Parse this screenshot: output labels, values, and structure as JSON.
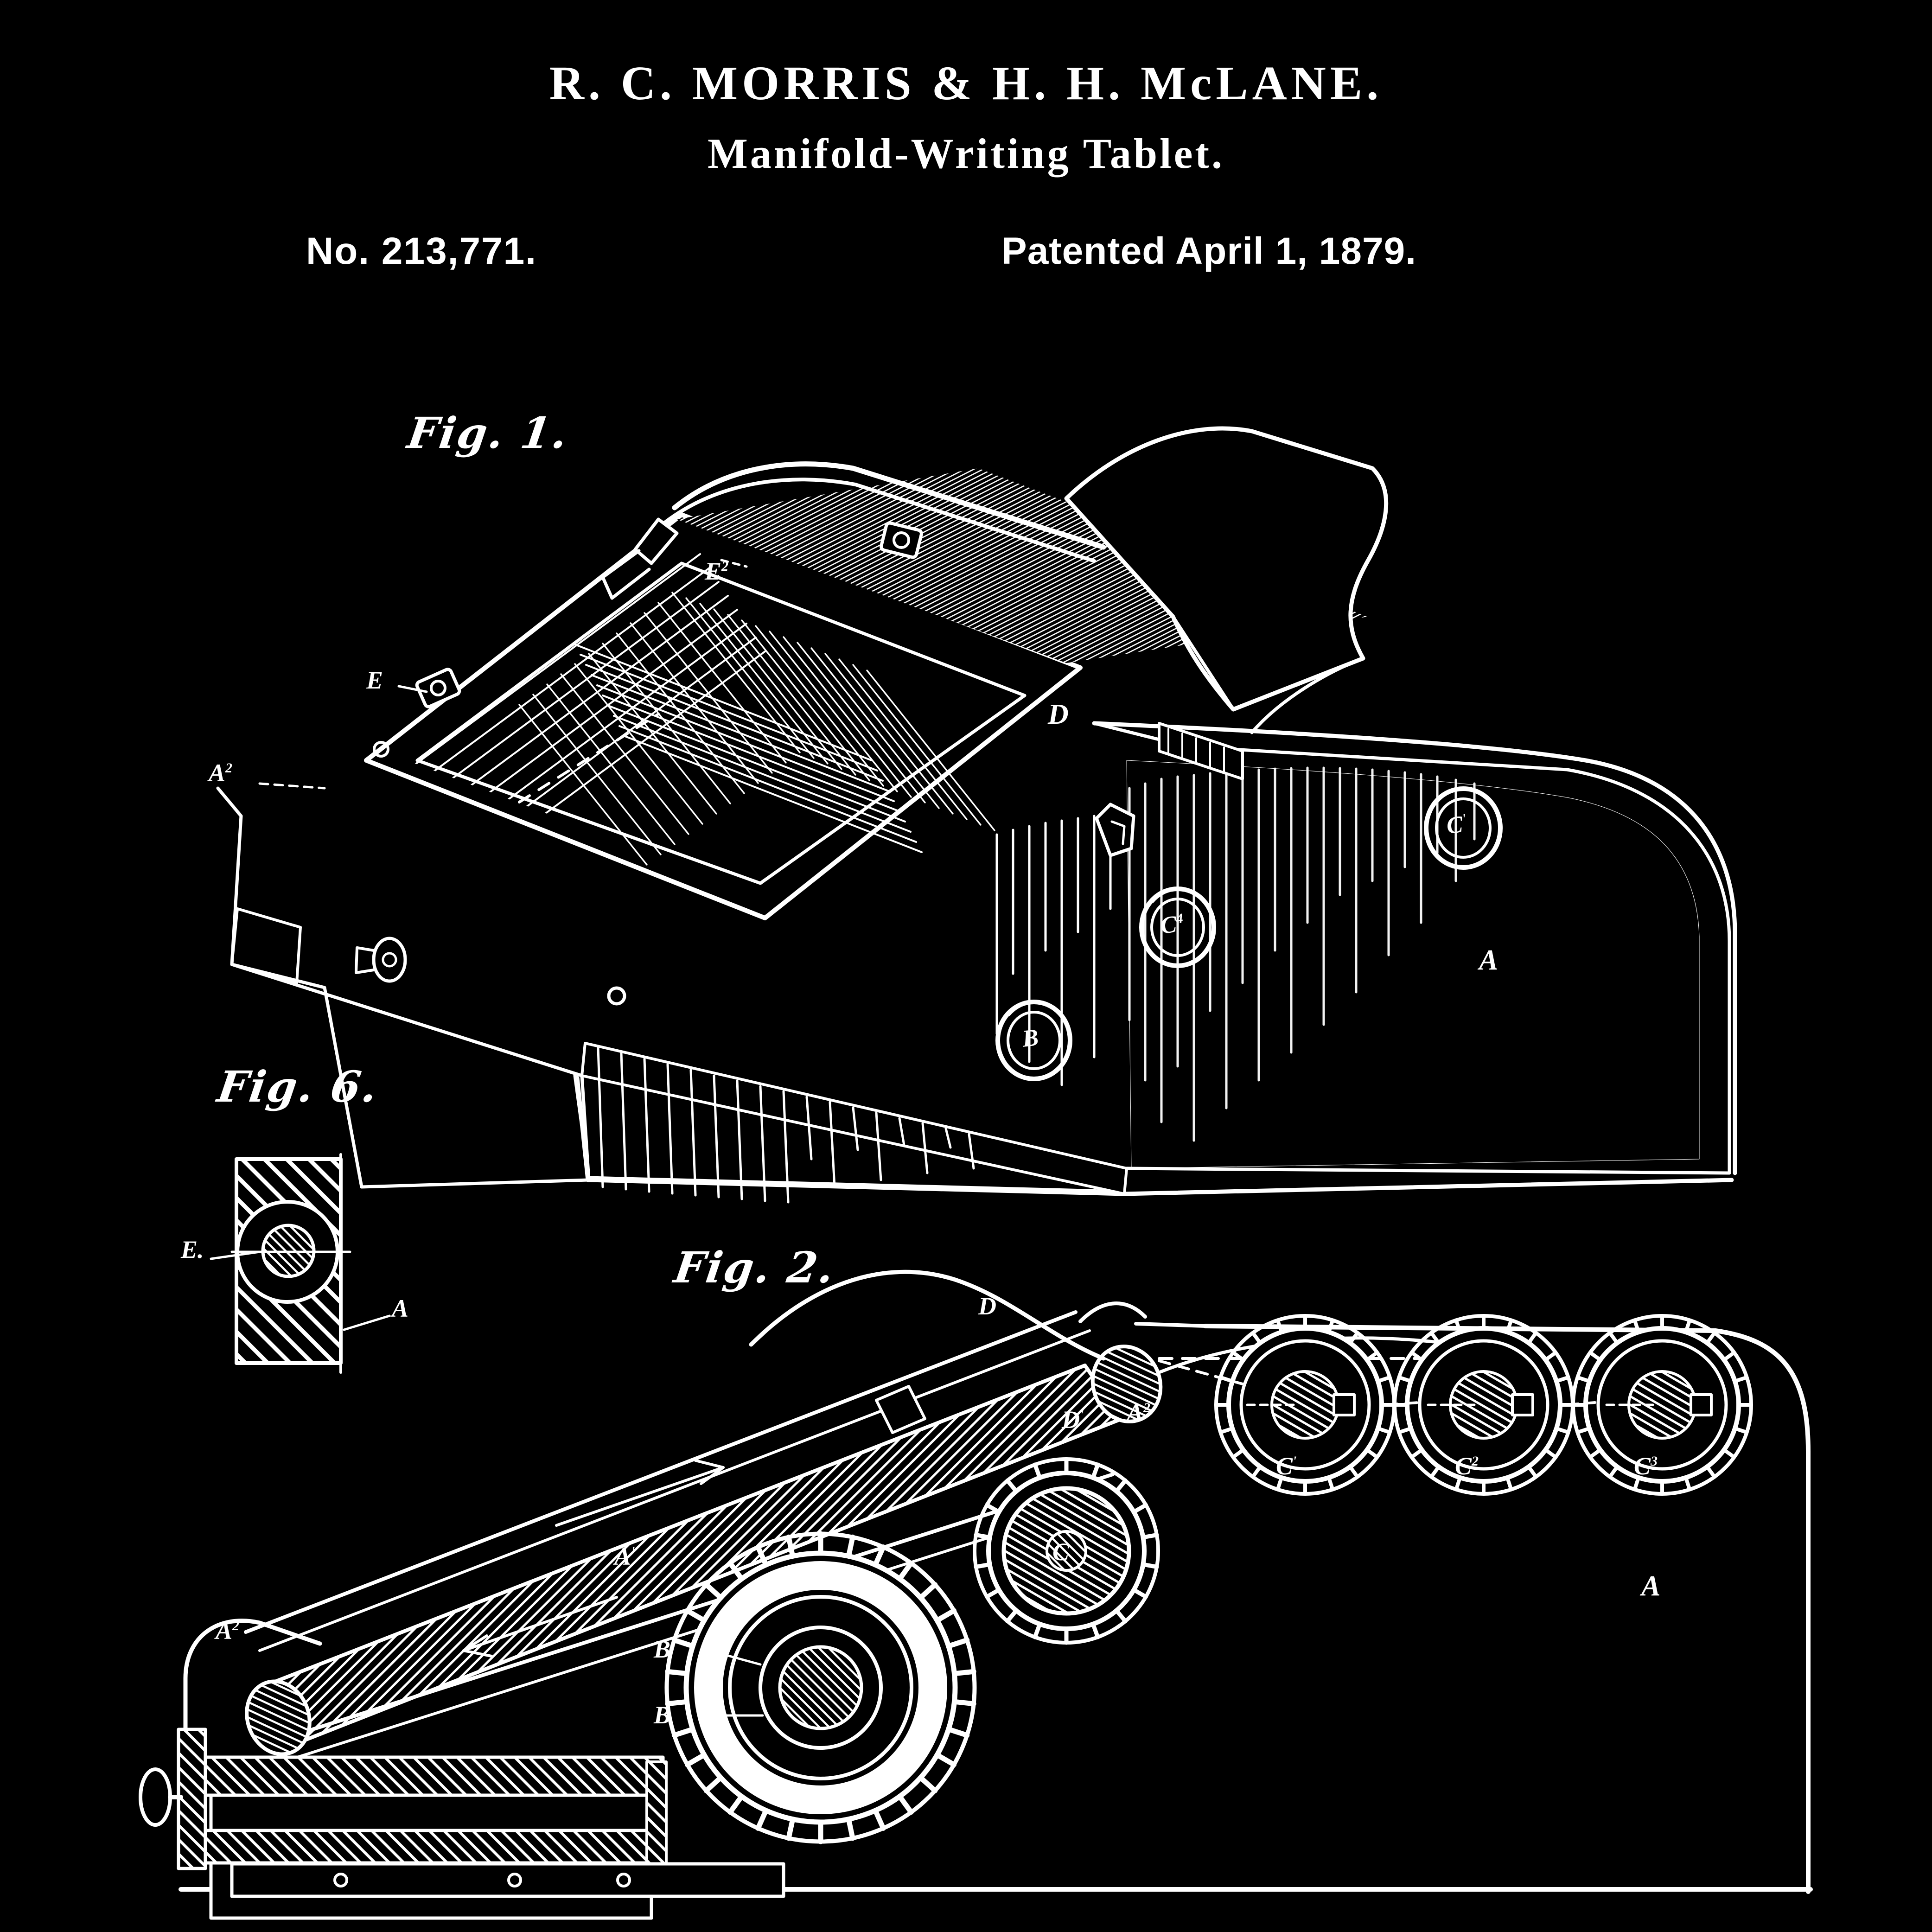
{
  "header": {
    "inventors": "R. C. MORRIS & H. H. McLANE.",
    "title": "Manifold-Writing Tablet.",
    "patent_number": "No. 213,771.",
    "patent_date": "Patented April 1, 1879."
  },
  "figures": [
    {
      "id": "fig1",
      "caption": "Fig. 1.",
      "description": "Perspective view of the manifold-writing tablet"
    },
    {
      "id": "fig6",
      "caption": "Fig. 6.",
      "description": "Sectional detail of journal bearing"
    },
    {
      "id": "fig2",
      "caption": "Fig. 2.",
      "description": "Longitudinal sectional side elevation"
    }
  ],
  "fig1_labels": [
    {
      "key": "E2",
      "text": "E",
      "sup": "2"
    },
    {
      "key": "E",
      "text": "E",
      "sup": ""
    },
    {
      "key": "A2",
      "text": "A",
      "sup": "2"
    },
    {
      "key": "D",
      "text": "D",
      "sup": ""
    },
    {
      "key": "A",
      "text": "A",
      "sup": ""
    }
  ],
  "fig1_knobs": [
    {
      "key": "Cprime",
      "text": "C",
      "sup": "'"
    },
    {
      "key": "C4",
      "text": "C",
      "sup": "4"
    },
    {
      "key": "B",
      "text": "B",
      "sup": ""
    }
  ],
  "fig6_labels": [
    {
      "key": "E",
      "text": "E.",
      "sup": ""
    },
    {
      "key": "A",
      "text": "A",
      "sup": ""
    }
  ],
  "fig2_labels": [
    {
      "key": "D",
      "text": "D",
      "sup": ""
    },
    {
      "key": "Dp",
      "text": "D",
      "sup": "'"
    },
    {
      "key": "A2t",
      "text": "A",
      "sup": "2"
    },
    {
      "key": "Ap",
      "text": "A",
      "sup": "'"
    },
    {
      "key": "A2l",
      "text": "A",
      "sup": "2"
    },
    {
      "key": "Bp",
      "text": "B",
      "sup": "'"
    },
    {
      "key": "B",
      "text": "B",
      "sup": ""
    },
    {
      "key": "C1",
      "text": "C",
      "sup": "'"
    },
    {
      "key": "C2",
      "text": "C",
      "sup": "2"
    },
    {
      "key": "C3",
      "text": "C",
      "sup": "3"
    },
    {
      "key": "C",
      "text": "C",
      "sup": ""
    },
    {
      "key": "A",
      "text": "A",
      "sup": ""
    }
  ],
  "colors": {
    "background": "#000000",
    "ink": "#ffffff"
  }
}
